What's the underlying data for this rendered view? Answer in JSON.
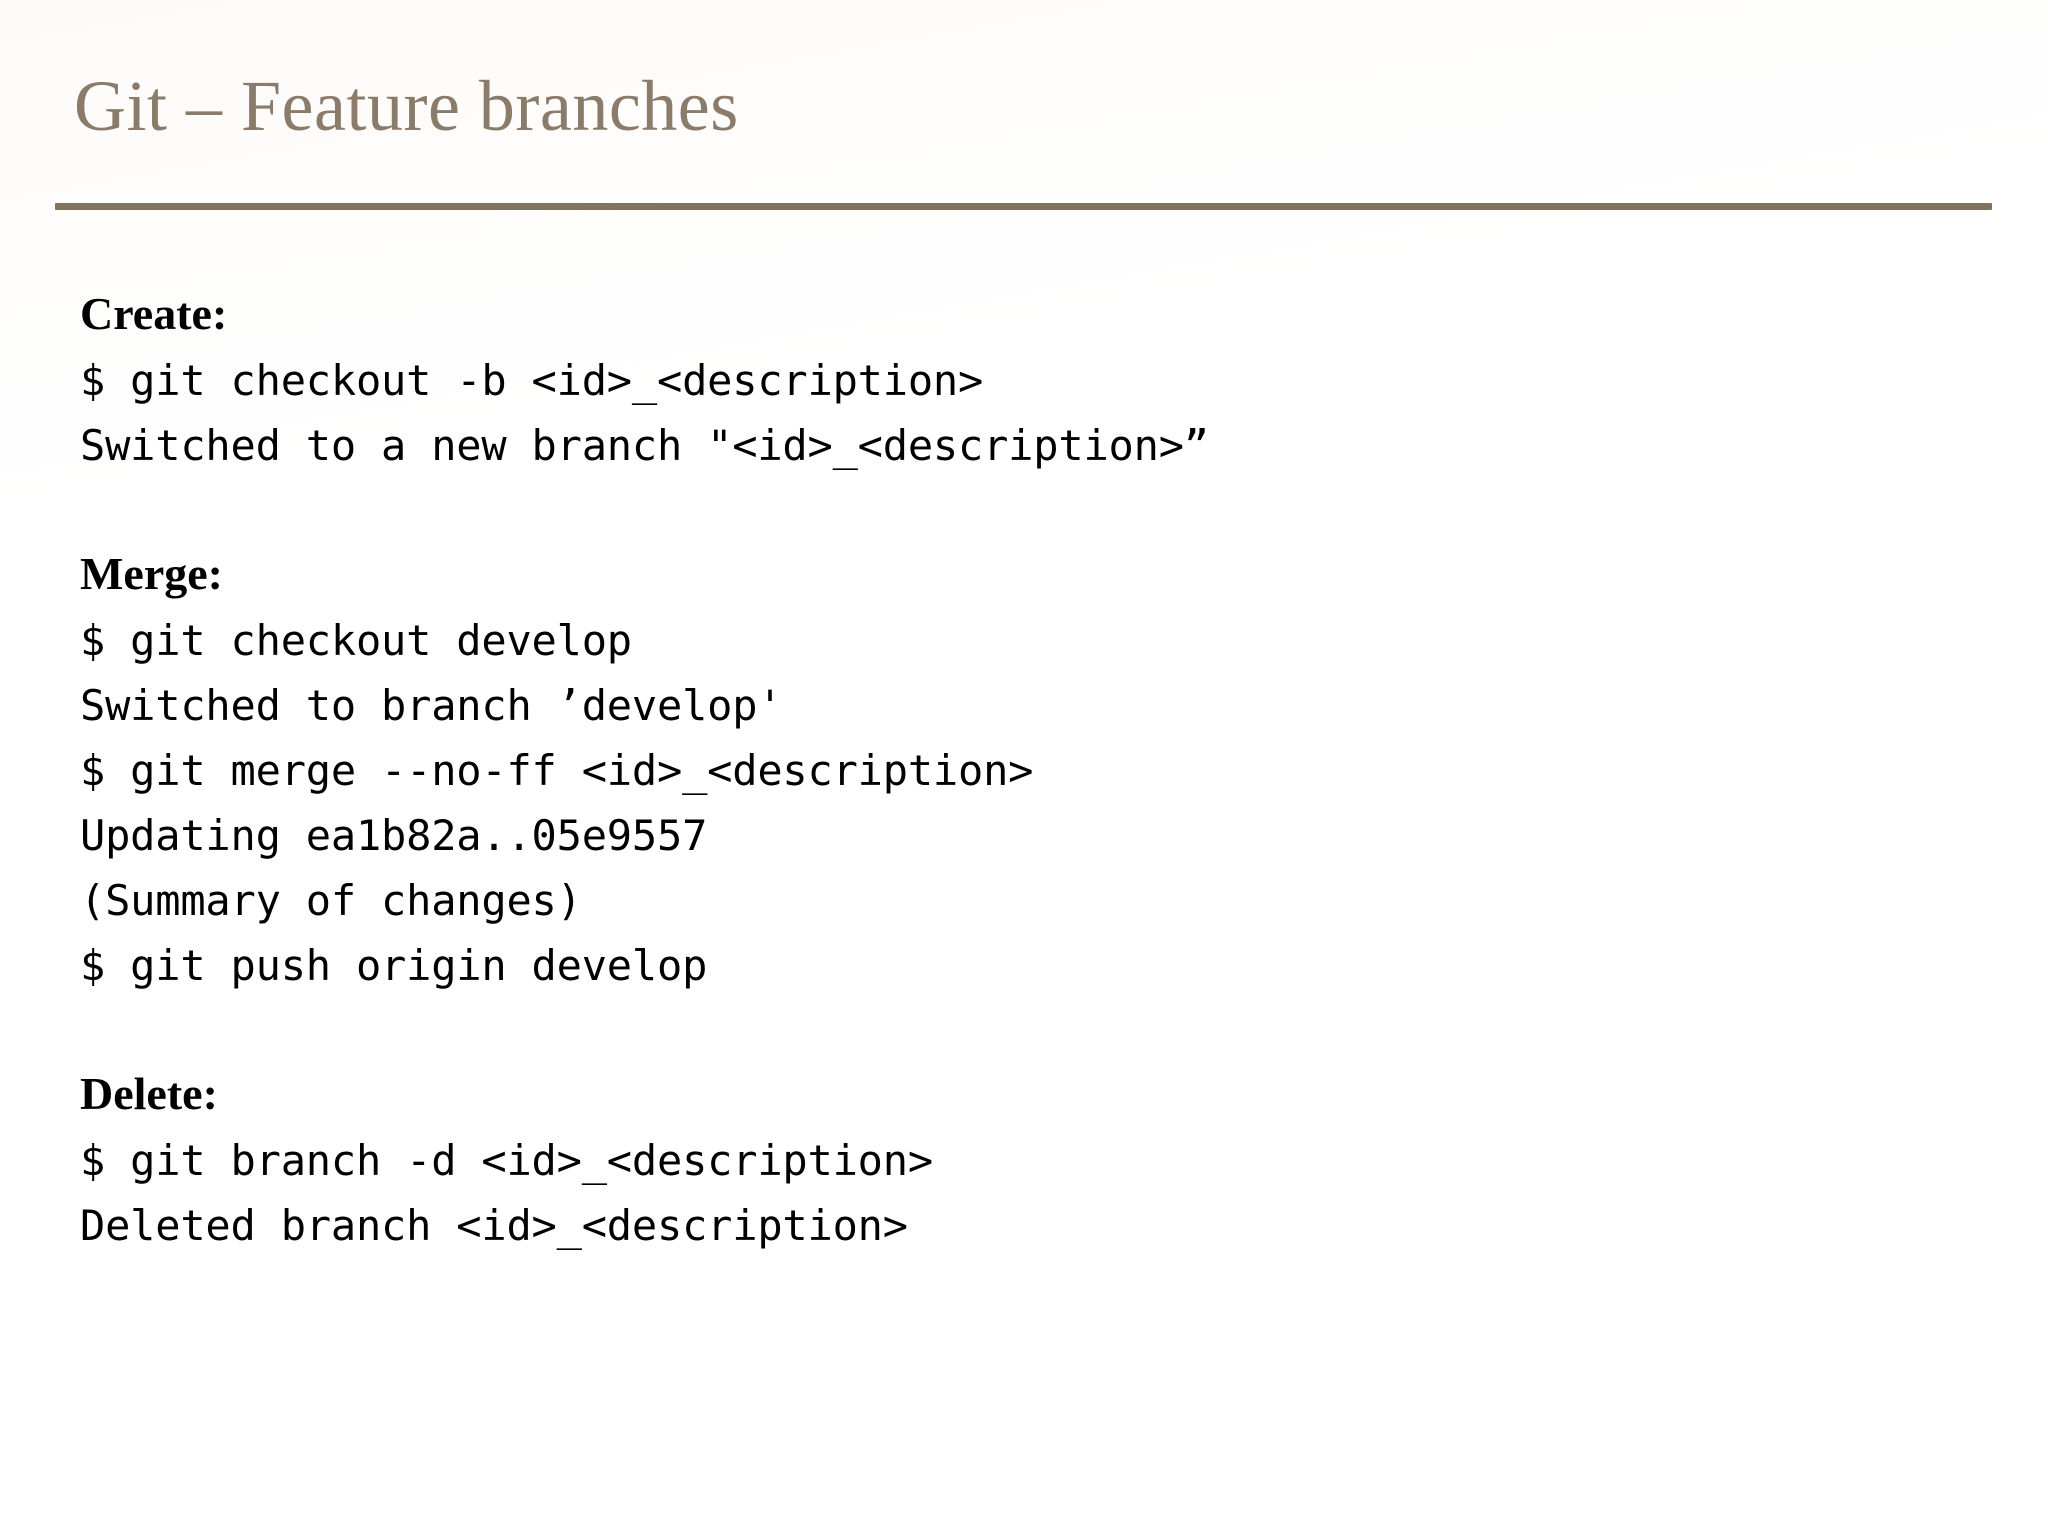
{
  "slide": {
    "title": "Git – Feature branches",
    "title_color": "#8a7b6b",
    "rule_color": "#80735f",
    "text_color": "#000000",
    "background_color": "#ffffff"
  },
  "sections": [
    {
      "heading": "Create:",
      "lines": [
        "$ git checkout -b <id>_<description>",
        "Switched to a new branch \"<id>_<description>”"
      ]
    },
    {
      "heading": "Merge:",
      "lines": [
        "$ git checkout develop",
        "Switched to branch ’develop'",
        "$ git merge --no-ff <id>_<description>",
        "Updating ea1b82a..05e9557",
        "(Summary of changes)",
        "$ git push origin develop"
      ]
    },
    {
      "heading": "Delete:",
      "lines": [
        "$ git branch -d <id>_<description>",
        "Deleted branch <id>_<description>"
      ]
    }
  ]
}
